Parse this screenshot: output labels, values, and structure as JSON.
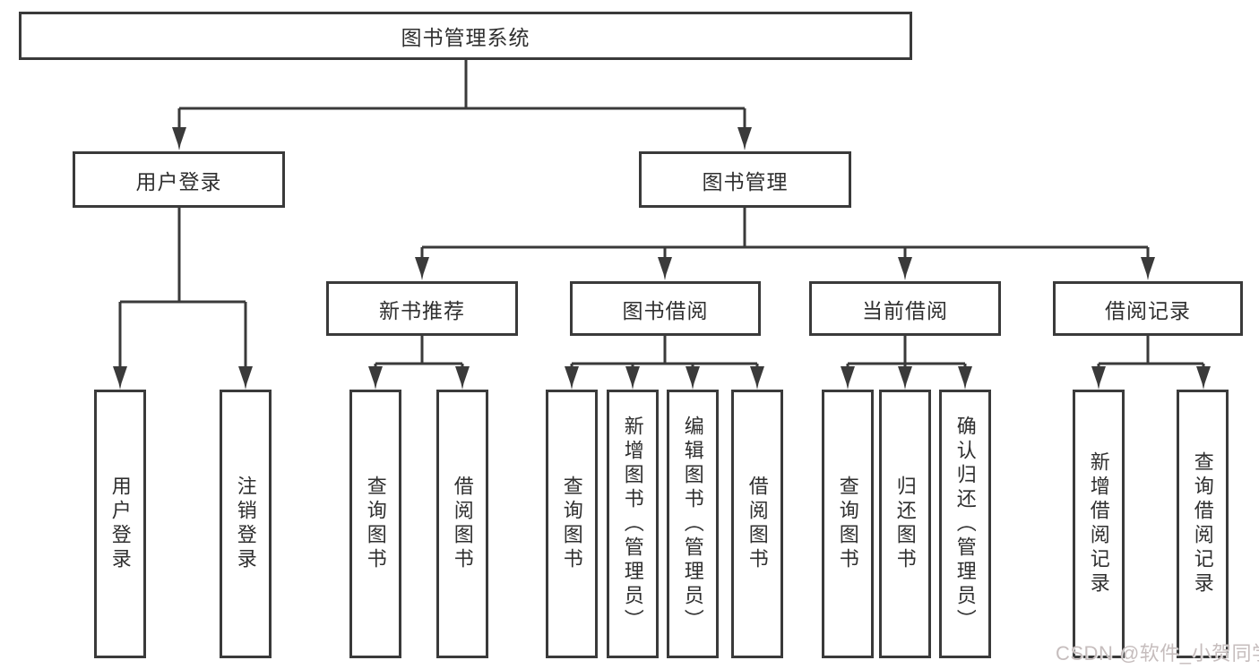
{
  "diagram": {
    "type": "hierarchy-tree",
    "root": {
      "label": "图书管理系统"
    },
    "branches": [
      {
        "label": "用户登录",
        "children": [
          {
            "label": "用户登录"
          },
          {
            "label": "注销登录"
          }
        ]
      },
      {
        "label": "图书管理",
        "children": [
          {
            "label": "新书推荐",
            "children": [
              {
                "label": "查询图书"
              },
              {
                "label": "借阅图书"
              }
            ]
          },
          {
            "label": "图书借阅",
            "children": [
              {
                "label": "查询图书"
              },
              {
                "label": "新增图书（管理员）"
              },
              {
                "label": "编辑图书（管理员）"
              },
              {
                "label": "借阅图书"
              }
            ]
          },
          {
            "label": "当前借阅",
            "children": [
              {
                "label": "查询图书"
              },
              {
                "label": "归还图书"
              },
              {
                "label": "确认归还（管理员）"
              }
            ]
          },
          {
            "label": "借阅记录",
            "children": [
              {
                "label": "新增借阅记录"
              },
              {
                "label": "查询借阅记录"
              }
            ]
          }
        ]
      }
    ],
    "watermark": "CSDN @软件_小贺同学",
    "colors": {
      "line": "#3a3a3a",
      "border": "#3a3a3a",
      "text": "#2f2f2f",
      "watermark": "#c6bdbd",
      "background": "#ffffff"
    }
  }
}
